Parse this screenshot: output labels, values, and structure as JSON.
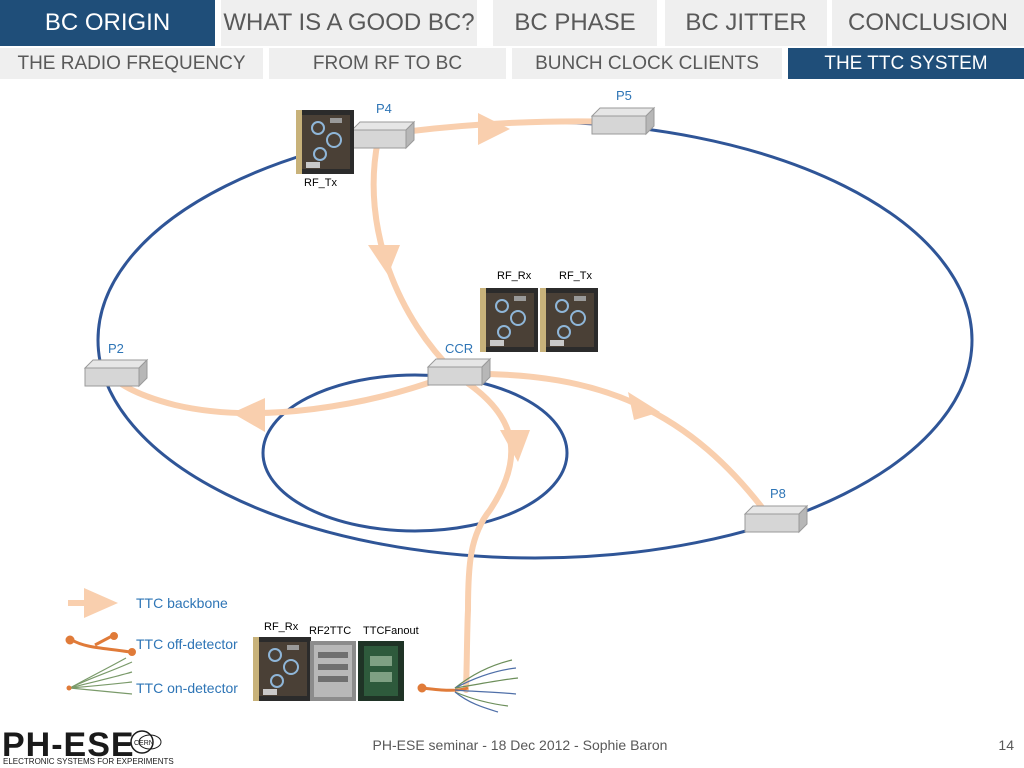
{
  "nav_main": {
    "tabs": [
      {
        "label": "BC ORIGIN",
        "active": true
      },
      {
        "label": "WHAT IS A GOOD BC?",
        "active": false
      },
      {
        "label": "BC PHASE",
        "active": false
      },
      {
        "label": "BC JITTER",
        "active": false
      },
      {
        "label": "CONCLUSION",
        "active": false
      }
    ]
  },
  "nav_sub": {
    "tabs": [
      {
        "label": "THE RADIO FREQUENCY",
        "active": false
      },
      {
        "label": "FROM RF TO BC",
        "active": false
      },
      {
        "label": "BUNCH CLOCK CLIENTS",
        "active": false
      },
      {
        "label": "THE TTC SYSTEM",
        "active": true
      }
    ]
  },
  "diagram": {
    "points": {
      "p4": "P4",
      "p5": "P5",
      "p2": "P2",
      "ccr": "CCR",
      "p8": "P8"
    },
    "cards": {
      "p4_tx": "RF_Tx",
      "ccr_rx": "RF_Rx",
      "ccr_tx": "RF_Tx",
      "legend_rx": "RF_Rx",
      "legend_rf2ttc": "RF2TTC",
      "legend_fanout": "TTCFanout"
    },
    "legend": {
      "backbone": "TTC backbone",
      "off_detector": "TTC off-detector",
      "on_detector": "TTC on-detector"
    },
    "colors": {
      "ring": "#2f5597",
      "backbone": "#f9cfae",
      "off_detector": "#e07b39",
      "accent": "#1f4e79",
      "label": "#2e75b6"
    }
  },
  "footer": {
    "logo": "PH-ESE",
    "logo_sub": "ELECTRONIC SYSTEMS FOR EXPERIMENTS",
    "cern_mark": "CERN",
    "center": "PH-ESE seminar - 18 Dec 2012 - Sophie Baron",
    "page": "14"
  }
}
